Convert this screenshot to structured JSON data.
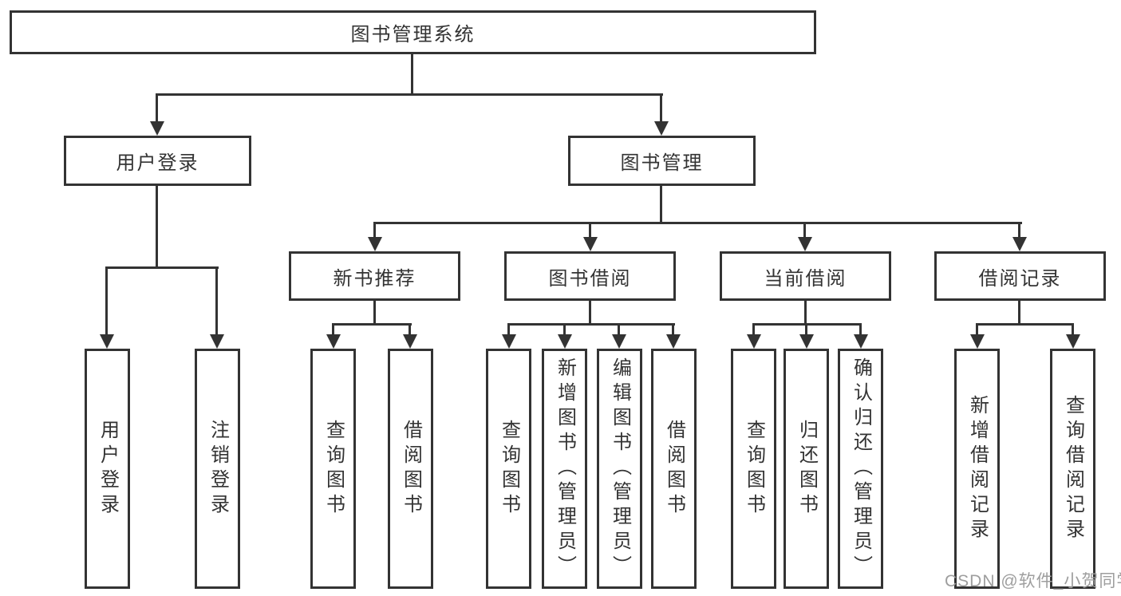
{
  "diagram": {
    "root": "图书管理系统",
    "branches": [
      {
        "label": "用户登录",
        "children": [
          "用户登录",
          "注销登录"
        ]
      },
      {
        "label": "图书管理",
        "sections": [
          {
            "label": "新书推荐",
            "children": [
              "查询图书",
              "借阅图书"
            ]
          },
          {
            "label": "图书借阅",
            "children": [
              "查询图书",
              "新增图书（管理员）",
              "编辑图书（管理员）",
              "借阅图书"
            ]
          },
          {
            "label": "当前借阅",
            "children": [
              "查询图书",
              "归还图书",
              "确认归还（管理员）"
            ]
          },
          {
            "label": "借阅记录",
            "children": [
              "新增借阅记录",
              "查询借阅记录"
            ]
          }
        ]
      }
    ]
  },
  "watermark": "CSDN @软件_小贺同学",
  "colors": {
    "line": "#333333",
    "text": "#333333",
    "watermark": "#9e9e9e",
    "background": "#ffffff"
  }
}
